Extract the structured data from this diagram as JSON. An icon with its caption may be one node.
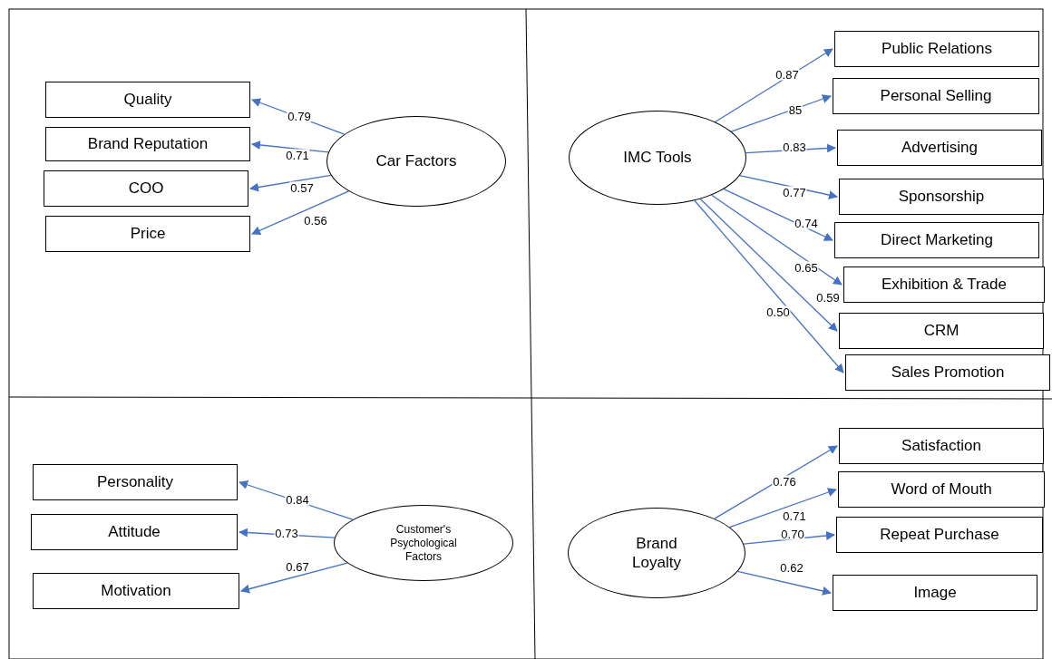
{
  "diagram": {
    "nodes": [
      {
        "text": [
          "Car Factors"
        ]
      },
      {
        "text": [
          "Quality"
        ]
      },
      {
        "text": [
          "Brand Reputation"
        ]
      },
      {
        "text": [
          "COO"
        ]
      },
      {
        "text": [
          "Price"
        ]
      },
      {
        "text": [
          "IMC Tools"
        ]
      },
      {
        "text": [
          "Public Relations"
        ]
      },
      {
        "text": [
          "Personal Selling"
        ]
      },
      {
        "text": [
          "Advertising"
        ]
      },
      {
        "text": [
          "Sponsorship"
        ]
      },
      {
        "text": [
          "Direct Marketing"
        ]
      },
      {
        "text": [
          "Exhibition & Trade"
        ]
      },
      {
        "text": [
          "CRM"
        ]
      },
      {
        "text": [
          "Sales Promotion"
        ]
      },
      {
        "text": [
          "Customer's Psychological Factors"
        ]
      },
      {
        "text": [
          "Personality"
        ]
      },
      {
        "text": [
          "Attitude"
        ]
      },
      {
        "text": [
          "Motivation"
        ]
      },
      {
        "text": [
          "Brand Loyalty"
        ]
      },
      {
        "text": [
          "Satisfaction"
        ]
      },
      {
        "text": [
          "Word of Mouth"
        ]
      },
      {
        "text": [
          "Repeat Purchase"
        ]
      },
      {
        "text": [
          "Image"
        ]
      }
    ],
    "edges": [
      {
        "from": 0,
        "to": 1,
        "arrow": "to",
        "label": "0.79"
      },
      {
        "from": 0,
        "to": 2,
        "arrow": "to",
        "label": "0.71"
      },
      {
        "from": 0,
        "to": 3,
        "arrow": "to",
        "label": "0.57"
      },
      {
        "from": 0,
        "to": 4,
        "arrow": "to",
        "label": "0.56"
      },
      {
        "from": 5,
        "to": 6,
        "arrow": "to",
        "label": "0.87"
      },
      {
        "from": 5,
        "to": 7,
        "arrow": "to",
        "label": "85"
      },
      {
        "from": 5,
        "to": 8,
        "arrow": "to",
        "label": "0.83"
      },
      {
        "from": 5,
        "to": 9,
        "arrow": "to",
        "label": "0.77"
      },
      {
        "from": 5,
        "to": 10,
        "arrow": "to",
        "label": "0.74"
      },
      {
        "from": 5,
        "to": 11,
        "arrow": "to",
        "label": "0.65"
      },
      {
        "from": 5,
        "to": 12,
        "arrow": "to",
        "label": "0.59"
      },
      {
        "from": 5,
        "to": 13,
        "arrow": "to",
        "label": "0.50"
      },
      {
        "from": 14,
        "to": 15,
        "arrow": "to",
        "label": "0.84"
      },
      {
        "from": 14,
        "to": 16,
        "arrow": "to",
        "label": "0.73"
      },
      {
        "from": 14,
        "to": 17,
        "arrow": "to",
        "label": "0.67"
      },
      {
        "from": 18,
        "to": 19,
        "arrow": "to",
        "label": "0.76"
      },
      {
        "from": 18,
        "to": 20,
        "arrow": "to",
        "label": "0.71"
      },
      {
        "from": 18,
        "to": 21,
        "arrow": "to",
        "label": "0.70"
      },
      {
        "from": 18,
        "to": 22,
        "arrow": "to",
        "label": "0.62"
      }
    ]
  }
}
